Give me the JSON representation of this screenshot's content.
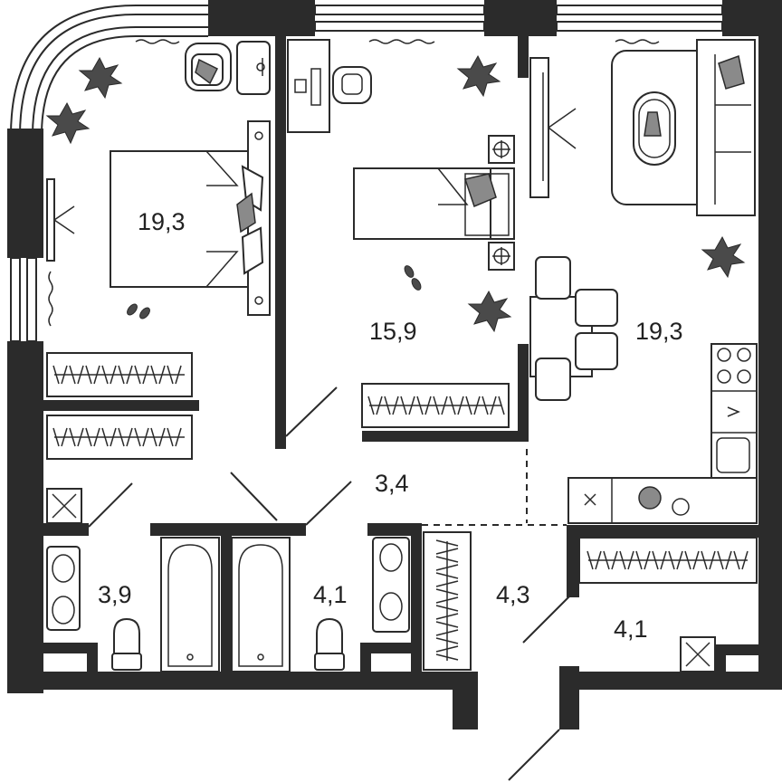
{
  "colors": {
    "wall": "#2b2b2b",
    "background": "#ffffff",
    "furniture_fill": "#ffffff",
    "plant": "#4a4a4a"
  },
  "rooms": [
    {
      "id": "bedroom-large",
      "area": "19,3"
    },
    {
      "id": "bedroom-small",
      "area": "15,9"
    },
    {
      "id": "kitchen-living",
      "area": "19,3"
    },
    {
      "id": "hallway",
      "area": "3,4"
    },
    {
      "id": "bathroom-left",
      "area": "3,9"
    },
    {
      "id": "bathroom-right",
      "area": "4,1"
    },
    {
      "id": "corridor",
      "area": "4,3"
    },
    {
      "id": "entrance",
      "area": "4,1"
    }
  ]
}
